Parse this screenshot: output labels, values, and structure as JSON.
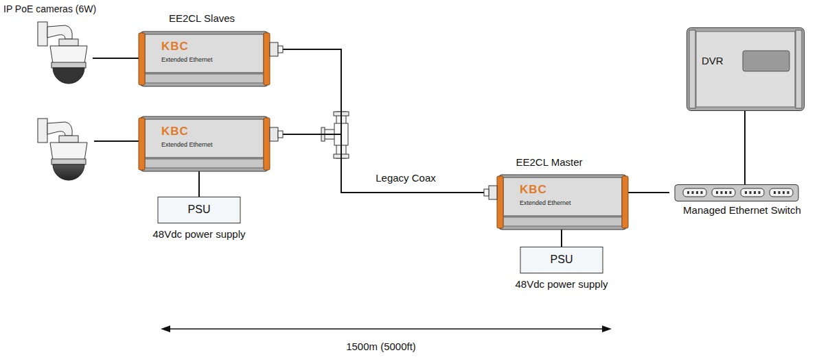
{
  "diagram": {
    "nodes": [
      {
        "text": [
          "IP PoE cameras (6W)"
        ]
      },
      {
        "text": [
          "EE2CL Slaves",
          "KBC",
          "Extended Ethernet"
        ]
      },
      {
        "text": [
          "KBC",
          "Extended Ethernet"
        ]
      },
      {
        "text": [
          "PSU",
          "48Vdc power supply"
        ]
      },
      {
        "text": [
          "EE2CL Master",
          "KBC",
          "Extended Ethernet"
        ]
      },
      {
        "text": [
          "PSU",
          "48Vdc power supply"
        ]
      },
      {
        "text": [
          "DVR"
        ]
      },
      {
        "text": [
          "Managed Ethernet Switch"
        ]
      }
    ],
    "edges": [
      {
        "from": 0,
        "to": 1,
        "arrow": "none"
      },
      {
        "from": 2,
        "to": 3,
        "arrow": "none"
      },
      {
        "from": 1,
        "to": 4,
        "arrow": "none"
      },
      {
        "from": 2,
        "to": 4,
        "label": "Legacy Coax",
        "arrow": "none"
      },
      {
        "from": 4,
        "to": 5,
        "arrow": "none"
      },
      {
        "from": 4,
        "to": 7,
        "arrow": "none"
      },
      {
        "from": 6,
        "to": 7,
        "arrow": "none"
      }
    ],
    "labels": [
      "1500m (5000ft)"
    ]
  }
}
